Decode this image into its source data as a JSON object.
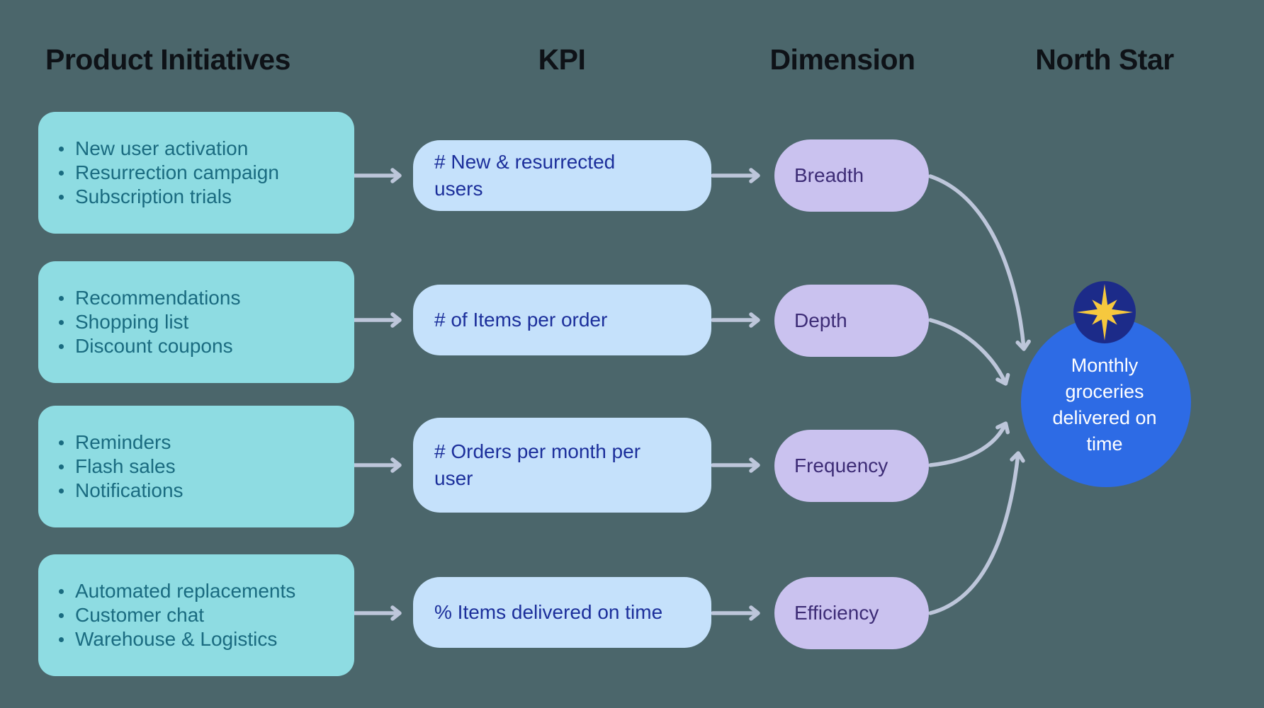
{
  "title_row": {
    "product_initiatives": "Product Initiatives",
    "kpi": "KPI",
    "dimension": "Dimension",
    "north_star": "North Star"
  },
  "rows": [
    {
      "initiatives": [
        "New user activation",
        "Resurrection campaign",
        "Subscription trials"
      ],
      "kpi": "# New & resurrected users",
      "dimension": "Breadth"
    },
    {
      "initiatives": [
        "Recommendations",
        "Shopping list",
        "Discount coupons"
      ],
      "kpi": "# of Items per order",
      "dimension": "Depth"
    },
    {
      "initiatives": [
        "Reminders",
        "Flash sales",
        "Notifications"
      ],
      "kpi": "# Orders per month per user",
      "dimension": "Frequency"
    },
    {
      "initiatives": [
        "Automated replacements",
        "Customer chat",
        "Warehouse & Logistics"
      ],
      "kpi": "% Items delivered on time",
      "dimension": "Efficiency"
    }
  ],
  "north_star": {
    "label": "Monthly groceries delivered on time",
    "icon": "north-star-icon"
  },
  "colors": {
    "background": "#4b666b",
    "initiative_card": "#8edce2",
    "initiative_text": "#1a6b80",
    "kpi_card": "#c5e1fb",
    "kpi_text": "#1c2f9b",
    "dimension_pill": "#cac2ef",
    "dimension_text": "#3d2c76",
    "north_star_circle": "#2d6be5",
    "badge_navy": "#1c2b89",
    "star_gold": "#f6c83e",
    "arrow": "#bdc6da",
    "heading_text": "#0e1217"
  }
}
